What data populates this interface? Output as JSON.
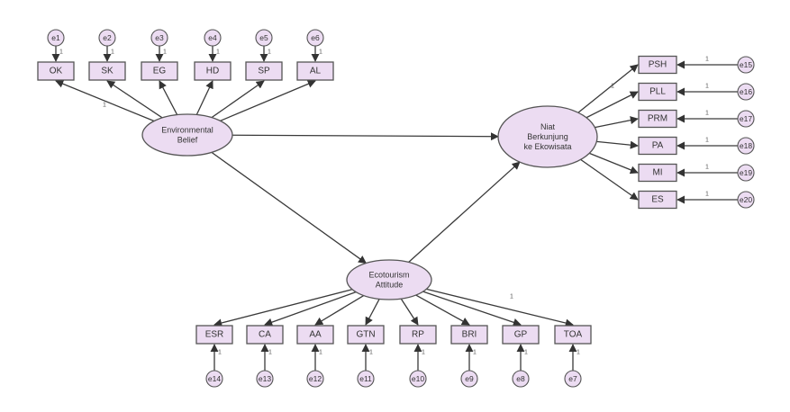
{
  "latents": [
    {
      "id": "EB",
      "lines": [
        "Environmental",
        "Belief"
      ]
    },
    {
      "id": "NB",
      "lines": [
        "Niat",
        "Berkunjung",
        "ke Ekowisata"
      ]
    },
    {
      "id": "EA",
      "lines": [
        "Ecotourism",
        "Attitude"
      ]
    }
  ],
  "indicators_top": [
    {
      "label": "OK",
      "error": "e1"
    },
    {
      "label": "SK",
      "error": "e2"
    },
    {
      "label": "EG",
      "error": "e3"
    },
    {
      "label": "HD",
      "error": "e4"
    },
    {
      "label": "SP",
      "error": "e5"
    },
    {
      "label": "AL",
      "error": "e6"
    }
  ],
  "indicators_right": [
    {
      "label": "PSH",
      "error": "e15"
    },
    {
      "label": "PLL",
      "error": "e16"
    },
    {
      "label": "PRM",
      "error": "e17"
    },
    {
      "label": "PA",
      "error": "e18"
    },
    {
      "label": "MI",
      "error": "e19"
    },
    {
      "label": "ES",
      "error": "e20"
    }
  ],
  "indicators_bottom": [
    {
      "label": "ESR",
      "error": "e14"
    },
    {
      "label": "CA",
      "error": "e13"
    },
    {
      "label": "AA",
      "error": "e12"
    },
    {
      "label": "GTN",
      "error": "e11"
    },
    {
      "label": "RP",
      "error": "e10"
    },
    {
      "label": "BRI",
      "error": "e9"
    },
    {
      "label": "GP",
      "error": "e8"
    },
    {
      "label": "TOA",
      "error": "e7"
    }
  ],
  "fixed_weight": "1",
  "colors": {
    "fill": "#ecdcf2",
    "stroke": "#555555"
  }
}
